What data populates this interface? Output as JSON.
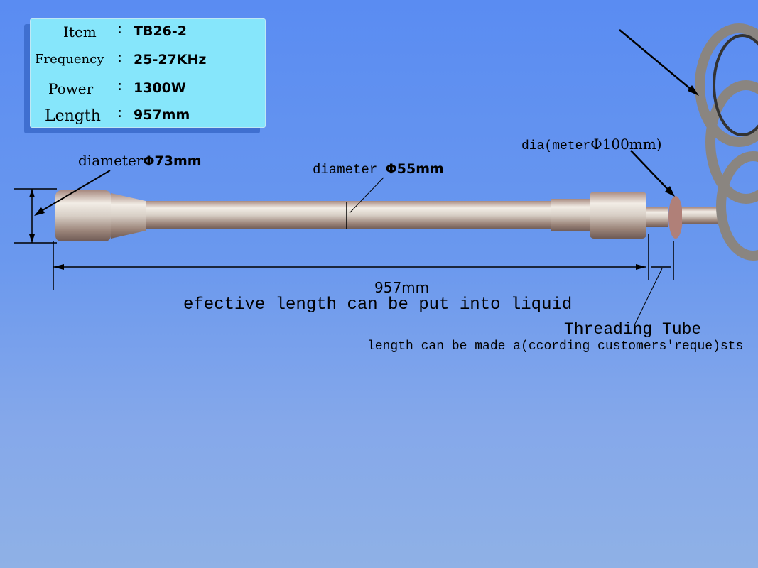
{
  "spec_box": {
    "rows": [
      {
        "label": "Item",
        "value": "TB26-2"
      },
      {
        "label": "Frequency",
        "value": "25-27KHz"
      },
      {
        "label": "Power",
        "value": "1300W"
      },
      {
        "label": "Length",
        "value": "957mm"
      }
    ],
    "separator": ":"
  },
  "annotations": {
    "diameter_73": {
      "prefix": "diameter",
      "value": "Φ73mm"
    },
    "diameter_55": {
      "prefix": "diameter",
      "value": "Φ55mm"
    },
    "diameter_100": {
      "prefix": "dia(meter",
      "value": "Φ100mm)"
    },
    "length": "957mm",
    "effective_length": "efective length can be put into liquid",
    "threading_tube": "Threading Tube",
    "threading_note": "length can be made a(ccording customers'reque)sts"
  },
  "colors": {
    "spec_box": "#86e6fb",
    "background": "#6a98ee"
  }
}
